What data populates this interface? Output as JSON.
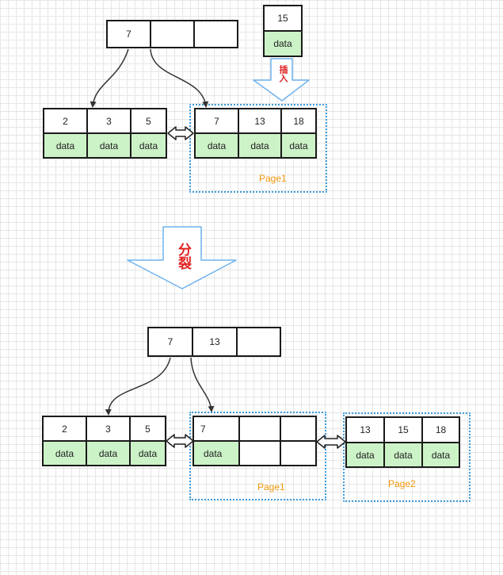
{
  "top": {
    "root_keys": [
      "7",
      "",
      ""
    ],
    "new_record": {
      "key": "15",
      "value": "data"
    },
    "insert_label": "插入",
    "left_leaf": {
      "keys": [
        "2",
        "3",
        "5"
      ],
      "values": [
        "data",
        "data",
        "data"
      ]
    },
    "right_leaf": {
      "keys": [
        "7",
        "13",
        "18"
      ],
      "values": [
        "data",
        "data",
        "data"
      ]
    },
    "page_label": "Page1"
  },
  "split_label": "分裂",
  "bottom": {
    "root_keys": [
      "7",
      "13",
      ""
    ],
    "left_leaf": {
      "keys": [
        "2",
        "3",
        "5"
      ],
      "values": [
        "data",
        "data",
        "data"
      ]
    },
    "page1": {
      "keys": [
        "7",
        "",
        ""
      ],
      "values": [
        "data",
        "",
        ""
      ],
      "label": "Page1"
    },
    "page2": {
      "keys": [
        "13",
        "15",
        "18"
      ],
      "values": [
        "data",
        "data",
        "data"
      ],
      "label": "Page2"
    }
  },
  "colors": {
    "data_fill": "#ccf2c7",
    "frame": "#3c9bdc",
    "arrow_outline": "#6fb2ee",
    "page_label": "#f2960b",
    "red_label": "#e02020"
  }
}
